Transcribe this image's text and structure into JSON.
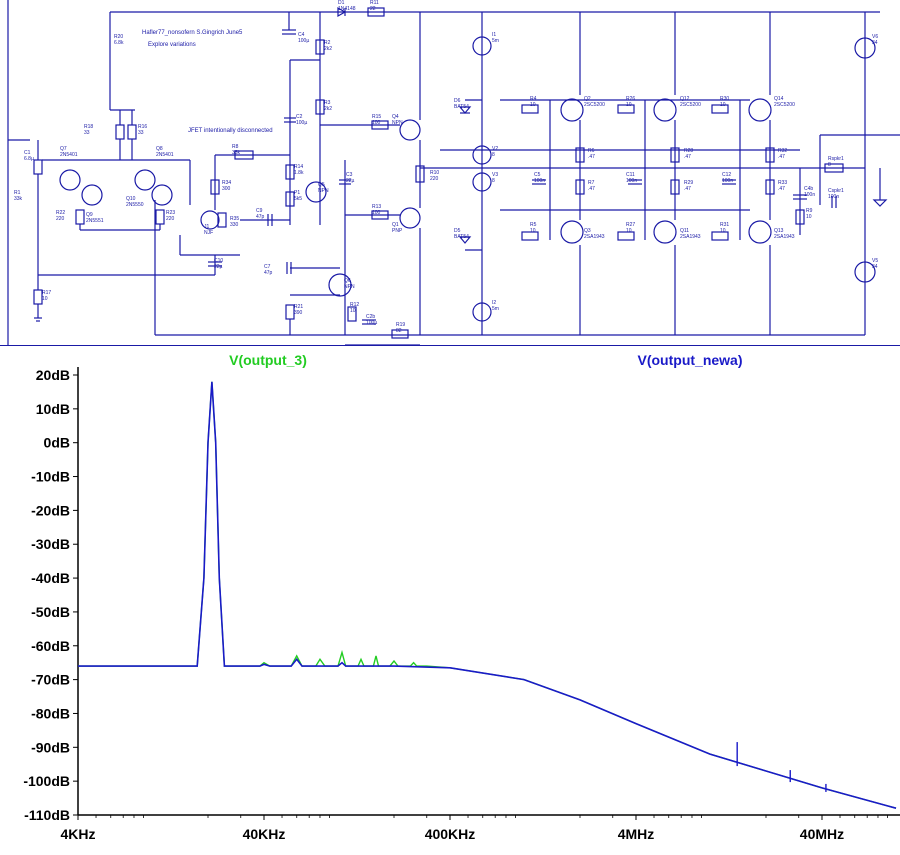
{
  "schematic": {
    "notes": [
      "Hafler77_nonsofern S.Gingrich June5",
      "Explore variations",
      "JFET intentionally disconnected"
    ],
    "components": [
      {
        "ref": "R20",
        "val": "6.8k"
      },
      {
        "ref": "C4",
        "val": "100µ"
      },
      {
        "ref": "D1",
        "val": "1N4148"
      },
      {
        "ref": "R11",
        "val": "22"
      },
      {
        "ref": "R2",
        "val": "2k2"
      },
      {
        "ref": "R3",
        "val": "2k2"
      },
      {
        "ref": "C2",
        "val": "100µ"
      },
      {
        "ref": "R15",
        "val": "100"
      },
      {
        "ref": "Q4",
        "val": "NPN"
      },
      {
        "ref": "C1",
        "val": "6.8µ"
      },
      {
        "ref": "R1",
        "val": "33k"
      },
      {
        "ref": "R18",
        "val": "33"
      },
      {
        "ref": "R16",
        "val": "33"
      },
      {
        "ref": "Q7",
        "val": "2N5401"
      },
      {
        "ref": "Q8",
        "val": "2N5401"
      },
      {
        "ref": "Q9",
        "val": "2N5551"
      },
      {
        "ref": "Q10",
        "val": "2N5550"
      },
      {
        "ref": "R22",
        "val": "220"
      },
      {
        "ref": "R23",
        "val": "220"
      },
      {
        "ref": "R8",
        "val": "33k"
      },
      {
        "ref": "R34",
        "val": "300"
      },
      {
        "ref": "R35",
        "val": "330"
      },
      {
        "ref": "J1",
        "val": "NJF"
      },
      {
        "ref": "C10",
        "val": "22µ"
      },
      {
        "ref": "C9",
        "val": "47p"
      },
      {
        "ref": "R14",
        "val": "1.8k"
      },
      {
        "ref": "P1",
        "val": "5k5"
      },
      {
        "ref": "Q5",
        "val": "NPN"
      },
      {
        "ref": "C3",
        "val": "22µ"
      },
      {
        "ref": "R10",
        "val": "220"
      },
      {
        "ref": "R13",
        "val": "100"
      },
      {
        "ref": "Q1",
        "val": "PNP"
      },
      {
        "ref": "C7",
        "val": "47p"
      },
      {
        "ref": "Q6",
        "val": "NPN"
      },
      {
        "ref": "R21",
        "val": "390"
      },
      {
        "ref": "R12",
        "val": "10"
      },
      {
        "ref": "C2b",
        "val": "100µ"
      },
      {
        "ref": "R19",
        "val": "82"
      },
      {
        "ref": "R17",
        "val": "10"
      },
      {
        "ref": "D6",
        "val": "BAT54"
      },
      {
        "ref": "D5",
        "val": "BAT54"
      },
      {
        "ref": "I1",
        "val": "5m"
      },
      {
        "ref": "I2",
        "val": "5m"
      },
      {
        "ref": "V2",
        "val": "8"
      },
      {
        "ref": "V3",
        "val": "8"
      },
      {
        "ref": "R4",
        "val": "10"
      },
      {
        "ref": "Q2",
        "val": "2SC5200"
      },
      {
        "ref": "R6",
        "val": ".47"
      },
      {
        "ref": "R7",
        "val": ".47"
      },
      {
        "ref": "C5",
        "val": "100n"
      },
      {
        "ref": "R5",
        "val": "10"
      },
      {
        "ref": "Q3",
        "val": "2SA1943"
      },
      {
        "ref": "R26",
        "val": "10"
      },
      {
        "ref": "Q12",
        "val": "2SC5200"
      },
      {
        "ref": "R28",
        "val": ".47"
      },
      {
        "ref": "R29",
        "val": ".47"
      },
      {
        "ref": "C11",
        "val": "100n"
      },
      {
        "ref": "R27",
        "val": "10"
      },
      {
        "ref": "Q11",
        "val": "2SA1943"
      },
      {
        "ref": "R30",
        "val": "10"
      },
      {
        "ref": "Q14",
        "val": "2SC5200"
      },
      {
        "ref": "R32",
        "val": ".47"
      },
      {
        "ref": "R33",
        "val": ".47"
      },
      {
        "ref": "C12",
        "val": "100n"
      },
      {
        "ref": "R31",
        "val": "10"
      },
      {
        "ref": "Q13",
        "val": "2SA1943"
      },
      {
        "ref": "C4b",
        "val": "100n"
      },
      {
        "ref": "R9",
        "val": "10"
      },
      {
        "ref": "Rspkr1",
        "val": "8"
      },
      {
        "ref": "Cspkr1",
        "val": "100n"
      },
      {
        "ref": "V6",
        "val": "34"
      },
      {
        "ref": "V5",
        "val": "34"
      }
    ]
  },
  "chart_data": {
    "type": "line",
    "title": "",
    "xlabel": "",
    "ylabel": "",
    "x_scale": "log",
    "xlim_hz": [
      4000,
      100000000
    ],
    "ylim": [
      -110,
      20
    ],
    "y_ticks": [
      "20dB",
      "10dB",
      "0dB",
      "-10dB",
      "-20dB",
      "-30dB",
      "-40dB",
      "-50dB",
      "-60dB",
      "-70dB",
      "-80dB",
      "-90dB",
      "-100dB",
      "-110dB"
    ],
    "x_ticks": [
      "4KHz",
      "40KHz",
      "400KHz",
      "4MHz",
      "40MHz"
    ],
    "x_tick_values_hz": [
      4000,
      40000,
      400000,
      4000000,
      40000000
    ],
    "grid": false,
    "series": [
      {
        "name": "V(output_3)",
        "color": "#22cc22",
        "points": [
          [
            4000,
            -66
          ],
          [
            17500,
            -66
          ],
          [
            19000,
            -40
          ],
          [
            20000,
            0
          ],
          [
            21000,
            18
          ],
          [
            22000,
            0
          ],
          [
            23000,
            -40
          ],
          [
            24500,
            -66
          ],
          [
            38000,
            -66
          ],
          [
            40000,
            -65
          ],
          [
            43000,
            -66
          ],
          [
            56000,
            -66
          ],
          [
            60000,
            -63
          ],
          [
            64000,
            -66
          ],
          [
            76000,
            -66
          ],
          [
            80000,
            -64
          ],
          [
            85000,
            -66
          ],
          [
            100000,
            -66
          ],
          [
            105000,
            -62
          ],
          [
            110000,
            -66
          ],
          [
            128000,
            -66
          ],
          [
            133000,
            -64
          ],
          [
            138000,
            -66
          ],
          [
            155000,
            -66
          ],
          [
            160000,
            -63
          ],
          [
            165000,
            -66
          ],
          [
            190000,
            -66
          ],
          [
            200000,
            -64.5
          ],
          [
            210000,
            -66
          ],
          [
            245000,
            -66
          ],
          [
            255000,
            -65
          ],
          [
            265000,
            -66
          ],
          [
            300000,
            -66
          ],
          [
            400000,
            -66.5
          ],
          [
            1000000,
            -70
          ],
          [
            2000000,
            -76
          ],
          [
            4000000,
            -83
          ],
          [
            10000000,
            -92
          ],
          [
            20000000,
            -97
          ],
          [
            40000000,
            -102
          ],
          [
            100000000,
            -108
          ]
        ]
      },
      {
        "name": "V(output_newa)",
        "color": "#1a1ac8",
        "points": [
          [
            4000,
            -66
          ],
          [
            17500,
            -66
          ],
          [
            19000,
            -40
          ],
          [
            20000,
            0
          ],
          [
            21000,
            18
          ],
          [
            22000,
            0
          ],
          [
            23000,
            -40
          ],
          [
            24500,
            -66
          ],
          [
            38000,
            -66
          ],
          [
            40000,
            -65.5
          ],
          [
            43000,
            -66
          ],
          [
            56000,
            -66
          ],
          [
            60000,
            -64
          ],
          [
            64000,
            -66
          ],
          [
            80000,
            -66
          ],
          [
            100000,
            -66
          ],
          [
            105000,
            -65
          ],
          [
            110000,
            -66
          ],
          [
            200000,
            -66
          ],
          [
            400000,
            -66.5
          ],
          [
            1000000,
            -70
          ],
          [
            2000000,
            -76
          ],
          [
            4000000,
            -83
          ],
          [
            10000000,
            -92
          ],
          [
            20000000,
            -97
          ],
          [
            40000000,
            -102
          ],
          [
            100000000,
            -108
          ]
        ]
      }
    ]
  }
}
